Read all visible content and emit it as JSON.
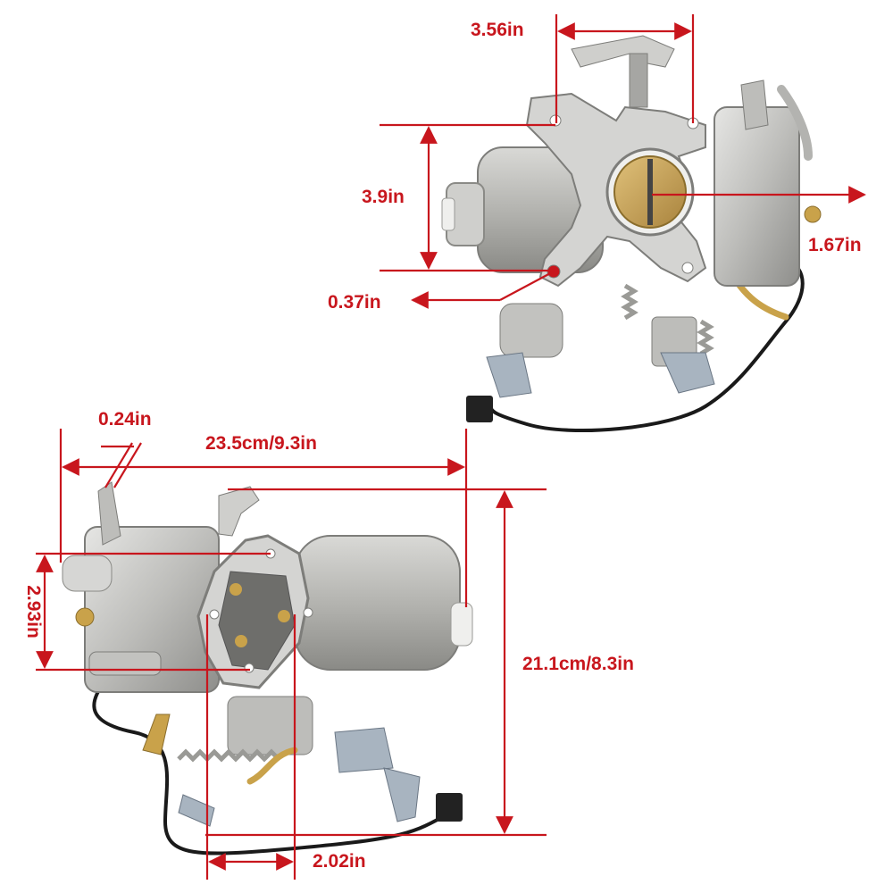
{
  "colors": {
    "dimension": "#c8161d",
    "metal_light": "#d8d8d6",
    "metal_mid": "#b3b3b0",
    "metal_dark": "#7d7d7a",
    "brass": "#c9a24a",
    "throttle_plate": "#c8a35c",
    "wire": "#1a1a1a",
    "zinc_bracket": "#a8b4c0"
  },
  "dimensions": {
    "top_width": "3.56in",
    "top_height": "3.9in",
    "top_bore": "1.67in",
    "top_hole": "0.37in",
    "bottom_small": "0.24in",
    "bottom_length": "23.5cm/9.3in",
    "bottom_height_left": "2.93in",
    "bottom_height_right": "21.1cm/8.3in",
    "bottom_base": "2.02in"
  }
}
